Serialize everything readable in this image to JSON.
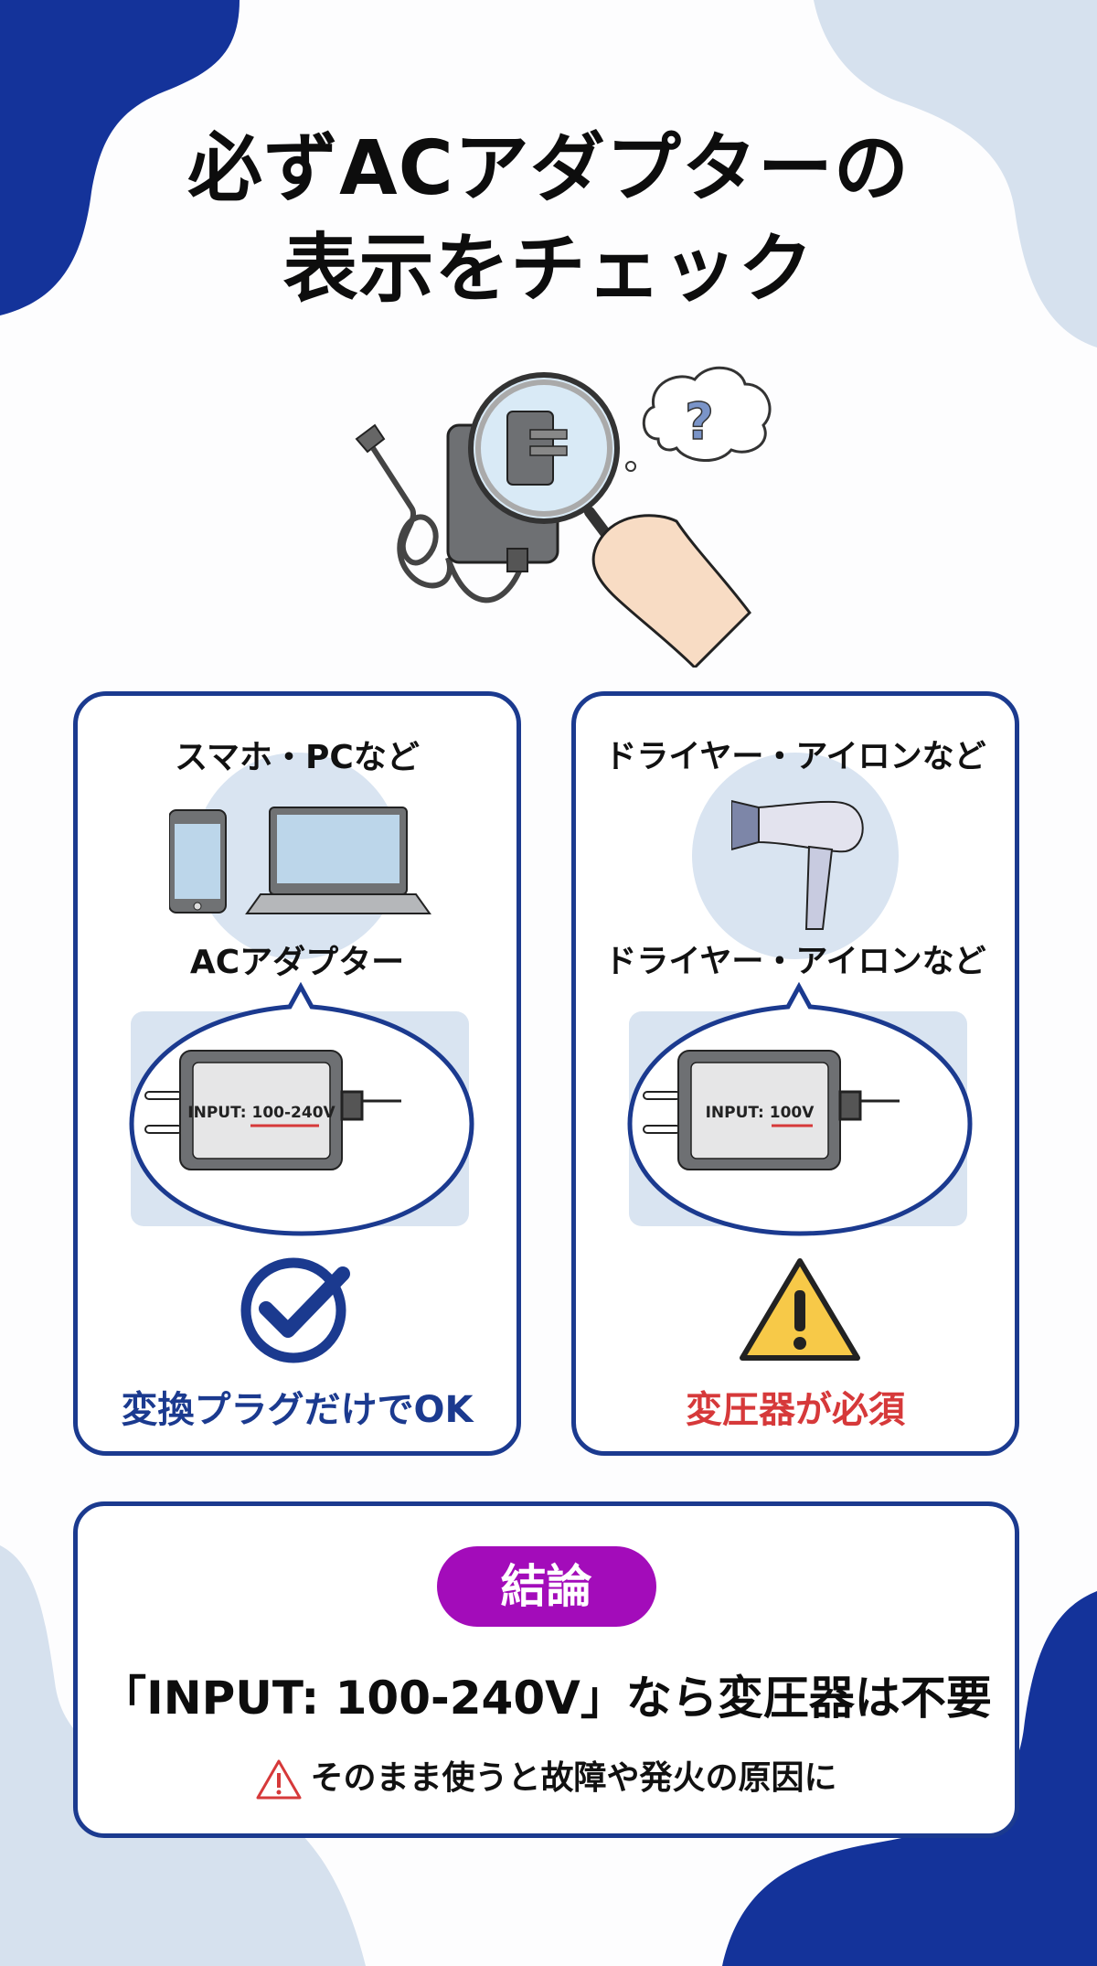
{
  "colors": {
    "navy": "#1b3a8f",
    "pale_blue": "#d9e4f1",
    "ok_blue": "#1b3a8f",
    "danger_red": "#d6393a",
    "badge_purple": "#a30cba",
    "warning_yellow": "#f7c948"
  },
  "header": {
    "title_line1": "必ずACアダプターの",
    "title_line2": "表示をチェック"
  },
  "hero": {
    "icons": [
      "ac-adapter-icon",
      "magnifying-glass-icon",
      "hand-icon",
      "question-thought-bubble-icon"
    ]
  },
  "cards": [
    {
      "category": "スマホ・PCなど",
      "device_label": "ACアダプター",
      "adapter_text": "INPUT: 100-240V",
      "result": "変換プラグだけでOK",
      "result_icon": "check-circle-icon"
    },
    {
      "category": "ドライヤー・アイロンなど",
      "device_label": "ドライヤー・アイロンなど",
      "adapter_text": "INPUT: 100V",
      "result": "変圧器が必須",
      "result_icon": "warning-triangle-icon"
    }
  ],
  "summary": {
    "badge": "結論",
    "conclusion": "「INPUT: 100-240V」なら変圧器は不要",
    "warning": "そのまま使うと故障や発火の原因に"
  }
}
